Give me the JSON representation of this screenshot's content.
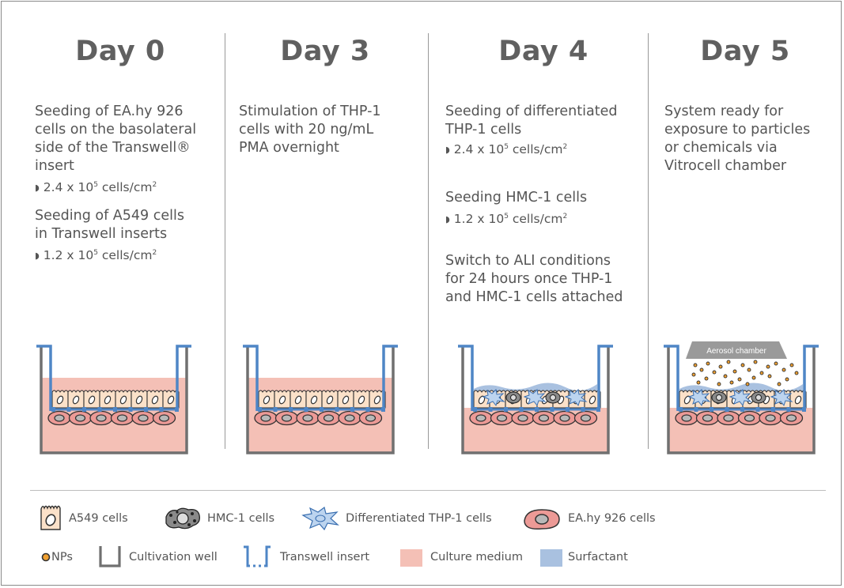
{
  "days": [
    {
      "title": "Day 0",
      "blocks": [
        {
          "text_lines": [
            "Seeding of EA.hy 926",
            "cells on the basolateral",
            "side of the Transwell®",
            "insert"
          ],
          "value": "2.4 x 10",
          "exp": "5",
          "unit": " cells/cm",
          "unit_exp": "2"
        },
        {
          "text_lines": [
            "Seeding of A549 cells",
            "in Transwell inserts"
          ],
          "value": "1.2 x 10",
          "exp": "5",
          "unit": " cells/cm",
          "unit_exp": "2"
        }
      ]
    },
    {
      "title": "Day 3",
      "blocks": [
        {
          "text_lines": [
            "Stimulation of THP-1",
            "cells with 20 ng/mL",
            "PMA overnight"
          ]
        }
      ]
    },
    {
      "title": "Day 4",
      "blocks": [
        {
          "text_lines": [
            "Seeding of differentiated",
            "THP-1 cells"
          ],
          "value": "2.4 x 10",
          "exp": "5",
          "unit": " cells/cm",
          "unit_exp": "2"
        },
        {
          "text_lines": [
            "Seeding HMC-1 cells"
          ],
          "value": "1.2 x 10",
          "exp": "5",
          "unit": " cells/cm",
          "unit_exp": "2"
        },
        {
          "text_lines": [
            "Switch to ALI conditions",
            "for 24 hours once THP-1",
            "and HMC-1 cells attached"
          ]
        }
      ]
    },
    {
      "title": "Day 5",
      "blocks": [
        {
          "text_lines": [
            "System ready for",
            "exposure to particles",
            "or chemicals via",
            "Vitrocell chamber"
          ]
        }
      ]
    }
  ],
  "aerosol_label": "Aerosol chamber",
  "legend": {
    "row1": [
      {
        "label": "A549 cells",
        "icon": "a549-cell-icon"
      },
      {
        "label": "HMC-1 cells",
        "icon": "hmc1-cell-icon"
      },
      {
        "label": "Differentiated THP-1 cells",
        "icon": "thp1-cell-icon"
      },
      {
        "label": "EA.hy 926 cells",
        "icon": "eahy926-cell-icon"
      }
    ],
    "row2": [
      {
        "label": "NPs",
        "icon": "nanoparticle-icon"
      },
      {
        "label": "Cultivation well",
        "icon": "cultivation-well-icon"
      },
      {
        "label": "Transwell insert",
        "icon": "transwell-insert-icon"
      },
      {
        "label": "Culture medium",
        "icon": "culture-medium-swatch"
      },
      {
        "label": "Surfactant",
        "icon": "surfactant-swatch"
      }
    ]
  },
  "colors": {
    "medium": "#f4c0b6",
    "surfactant": "#a9c1e0",
    "insert": "#4f86c6",
    "well": "#707070",
    "cell_fill": "#fbe1c9",
    "endo_fill": "#ec9a96",
    "np_fill": "#f0a030",
    "text": "#555555",
    "title": "#606060"
  }
}
